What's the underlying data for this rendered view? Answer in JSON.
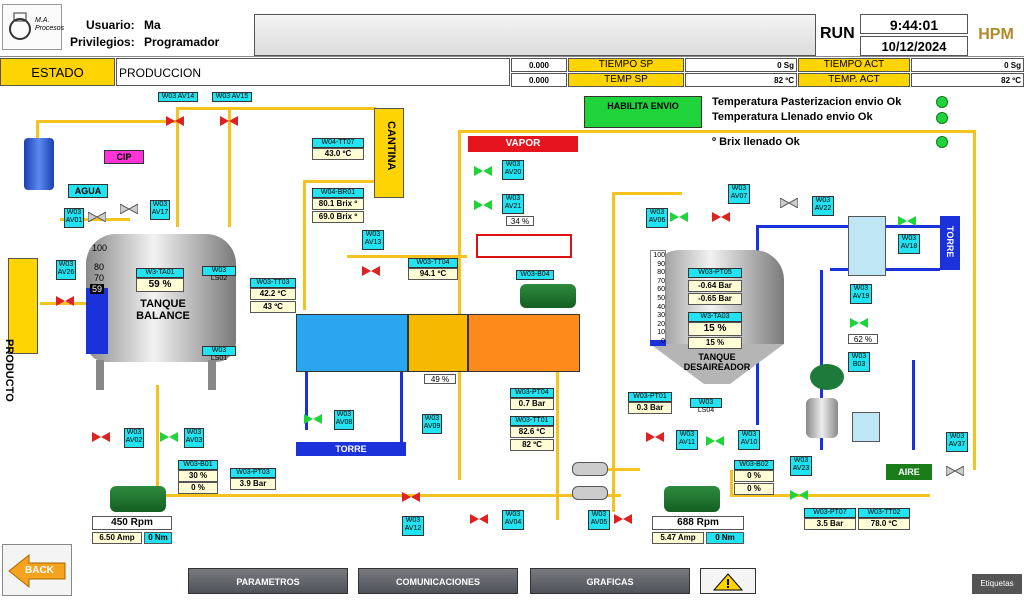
{
  "header": {
    "logo_text": "M.A. Procesos",
    "user_label": "Usuario:",
    "user_value": "Ma",
    "priv_label": "Privilegios:",
    "priv_value": "Programador",
    "run": "RUN",
    "time": "9:44:01",
    "date": "10/12/2024",
    "brand": "HPM",
    "estado_label": "ESTADO",
    "estado_value": "PRODUCCION",
    "tiempo_sp_val": "0.000",
    "tiempo_sp_label": "TIEMPO SP",
    "tiempo_sp_unit": "0 Sg",
    "tiempo_act_label": "TIEMPO ACT",
    "tiempo_act_unit": "0 Sg",
    "temp_sp_val": "0.000",
    "temp_sp_label": "TEMP SP",
    "temp_sp_unit": "82 ºC",
    "temp_act_label": "TEMP. ACT",
    "temp_act_unit": "82 ºC"
  },
  "status": {
    "habilita": "HABILITA ENVIO",
    "msg1": "Temperatura Pasterizacion envio Ok",
    "msg2": "Temperatura Llenado envio Ok",
    "msg3": "º Brix llenado Ok"
  },
  "labels": {
    "cip": "CIP",
    "agua": "AGUA",
    "producto": "PRODUCTO",
    "cantina": "CANTINA",
    "vapor": "VAPOR",
    "torre1": "TORRE",
    "torre2": "TORRE",
    "aire": "AIRE",
    "tanque_balance": "TANQUE BALANCE",
    "tanque_des": "TANQUE DESAIREADOR",
    "t_levels": [
      "100",
      "80",
      "70",
      "59"
    ],
    "d_levels": [
      "100",
      "90",
      "80",
      "70",
      "60",
      "50",
      "40",
      "30",
      "20",
      "10",
      "0"
    ]
  },
  "tags": {
    "av14": "W03 AV14",
    "av15": "W03 AV15",
    "av01": "W03 AV01",
    "av17": "W03 AV17",
    "av26": "W03 AV26",
    "ta01": "W3-TA01",
    "ta01v": "59 %",
    "ls02": "W03 LS02",
    "ls01": "W03 LS01",
    "tt07": "W04-TT07",
    "tt07v": "43.0 ºC",
    "br01": "W04-BR01",
    "br01a": "80.1 Brix º",
    "br01b": "69.0 Brix º",
    "av13": "W03 AV13",
    "tt03": "W03-TT03",
    "tt03a": "42.2 ºC",
    "tt03b": "43 ºC",
    "tt04": "W03-TT04",
    "tt04v": "94.1 ºC",
    "av20": "W03 AV20",
    "av21": "W03 AV21",
    "av21v": "34 %",
    "b04": "W03-B04",
    "av08": "W03 AV08",
    "av09": "W03 AV09",
    "pct49": "49 %",
    "pt04": "W03-PT04",
    "pt04v": "0.7 Bar",
    "tt01": "W03-TT01",
    "tt01a": "82.6 ºC",
    "tt01b": "82 ºC",
    "av02": "W03 AV02",
    "av03": "W03 AV03",
    "b01": "W03-B01",
    "b01a": "30 %",
    "b01b": "0 %",
    "pt03": "W03-PT03",
    "pt03v": "3.9 Bar",
    "rpm1": "450 Rpm",
    "amp1": "6.50 Amp",
    "nm1": "0 Nm",
    "av12": "W03 AV12",
    "av04": "W03 AV04",
    "av05": "W03 AV05",
    "av06": "W03 AV06",
    "av07": "W03 AV07",
    "av22": "W03 AV22",
    "av18": "W03 AV18",
    "av19": "W03 AV19",
    "av19v": "62 %",
    "pt05": "W03-PT05",
    "pt05a": "-0.64 Bar",
    "pt05b": "-0.65 Bar",
    "ta03": "W3-TA03",
    "ta03a": "15 %",
    "ta03b": "15 %",
    "pt01": "W03-PT01",
    "pt01v": "0.3 Bar",
    "ls04": "W03 LS04",
    "av11": "W03 AV11",
    "av10": "W03 AV10",
    "b02": "W03-B02",
    "b02a": "0 %",
    "b02b": "0 %",
    "av23": "W03 AV23",
    "b03": "W03 B03",
    "av37": "W03 AV37",
    "pt07": "W03-PT07",
    "pt07v": "3.5 Bar",
    "tt02": "W03-TT02",
    "tt02v": "78.0 ºC",
    "rpm2": "688 Rpm",
    "amp2": "5.47 Amp",
    "nm2": "0 Nm"
  },
  "footer": {
    "back": "BACK",
    "parametros": "PARAMETROS",
    "comunicaciones": "COMUNICACIONES",
    "graficas": "GRAFICAS",
    "etiquetas": "Etiquetas"
  },
  "colors": {
    "pipe_yellow": "#f5c320",
    "pipe_blue": "#1b31d9",
    "tag_cyan": "#22e3f2",
    "ok_green": "#1fd33a"
  }
}
